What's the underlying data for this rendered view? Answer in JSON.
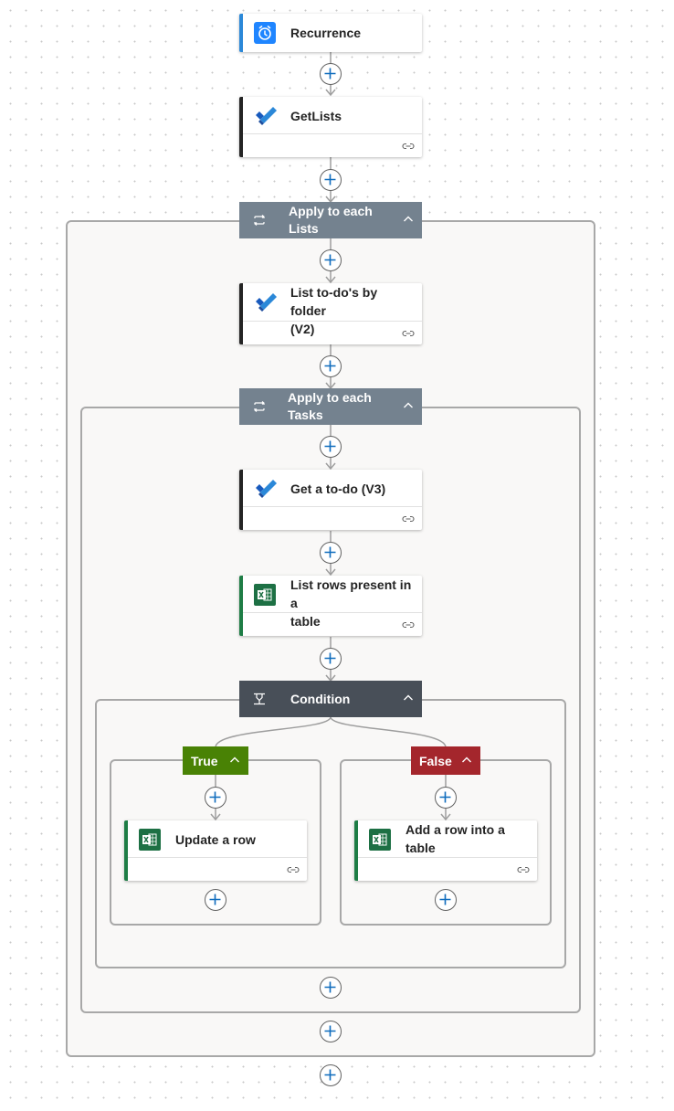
{
  "colors": {
    "trigger_accent": "#2b88d8",
    "todo_accent": "#242424",
    "excel_accent": "#1e7d45",
    "loop_header": "#74828f",
    "condition_header": "#484f58",
    "true_branch": "#498205",
    "false_branch": "#a4262c",
    "add_step": "#0f6cbd"
  },
  "flow": {
    "trigger": {
      "title": "Recurrence",
      "icon": "alarm-clock-icon"
    },
    "get_lists": {
      "title": "GetLists",
      "icon": "microsoft-todo-icon"
    },
    "apply_lists": {
      "title": "Apply to each Lists",
      "line1": "Apply to each",
      "line2": "Lists",
      "icon": "loop-icon"
    },
    "list_todos": {
      "title": "List to-do's by folder (V2)",
      "line1": "List to-do's by folder",
      "line2": "(V2)",
      "icon": "microsoft-todo-icon"
    },
    "apply_tasks": {
      "title": "Apply to each Tasks",
      "line1": "Apply to each",
      "line2": "Tasks",
      "icon": "loop-icon"
    },
    "get_todo": {
      "title": "Get a to-do (V3)",
      "icon": "microsoft-todo-icon"
    },
    "list_rows": {
      "title": "List rows present in a table",
      "line1": "List rows present in a",
      "line2": "table",
      "icon": "excel-icon"
    },
    "condition": {
      "title": "Condition",
      "icon": "condition-icon"
    },
    "true_branch": {
      "label": "True"
    },
    "false_branch": {
      "label": "False"
    },
    "update_row": {
      "title": "Update a row",
      "icon": "excel-icon"
    },
    "add_row": {
      "title": "Add a row into a table",
      "line1": "Add a row into a",
      "line2": "table",
      "icon": "excel-icon"
    }
  }
}
